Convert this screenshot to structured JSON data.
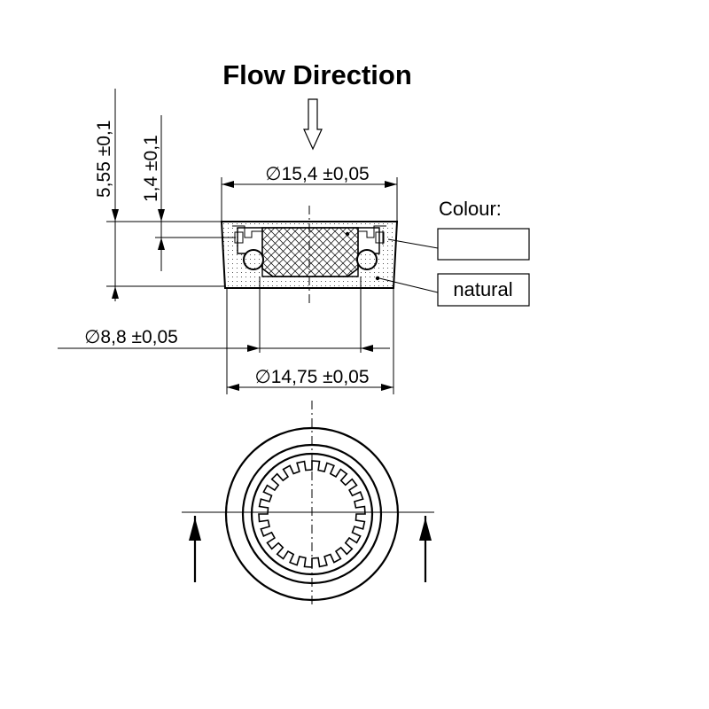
{
  "title": "Flow Direction",
  "dimensions": {
    "height_total": "5,55 ±0,1",
    "height_step": "1,4 ±0,1",
    "diam_outer": "∅15,4 ±0,05",
    "diam_inner": "∅8,8 ±0,05",
    "diam_mid": "∅14,75 ±0,05"
  },
  "colour": {
    "heading": "Colour:",
    "part1_value": "",
    "part2_value": "natural"
  },
  "icons": {
    "flow_arrow": "flow-direction-arrow-icon",
    "section_arrows": "section-view-arrow-icon"
  }
}
